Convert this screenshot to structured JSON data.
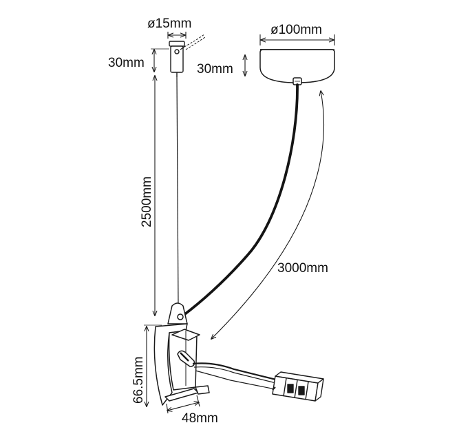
{
  "diagram": {
    "dimensions": {
      "wire_clamp_diameter": "ø15mm",
      "wire_clamp_height": "30mm",
      "canopy_diameter": "ø100mm",
      "canopy_height": "30mm",
      "suspension_wire_length": "2500mm",
      "cable_length": "3000mm",
      "adapter_height": "66.5mm",
      "adapter_width": "48mm"
    },
    "colors": {
      "line": "#1a1a1a",
      "cable": "#141414",
      "background": "#ffffff"
    }
  }
}
